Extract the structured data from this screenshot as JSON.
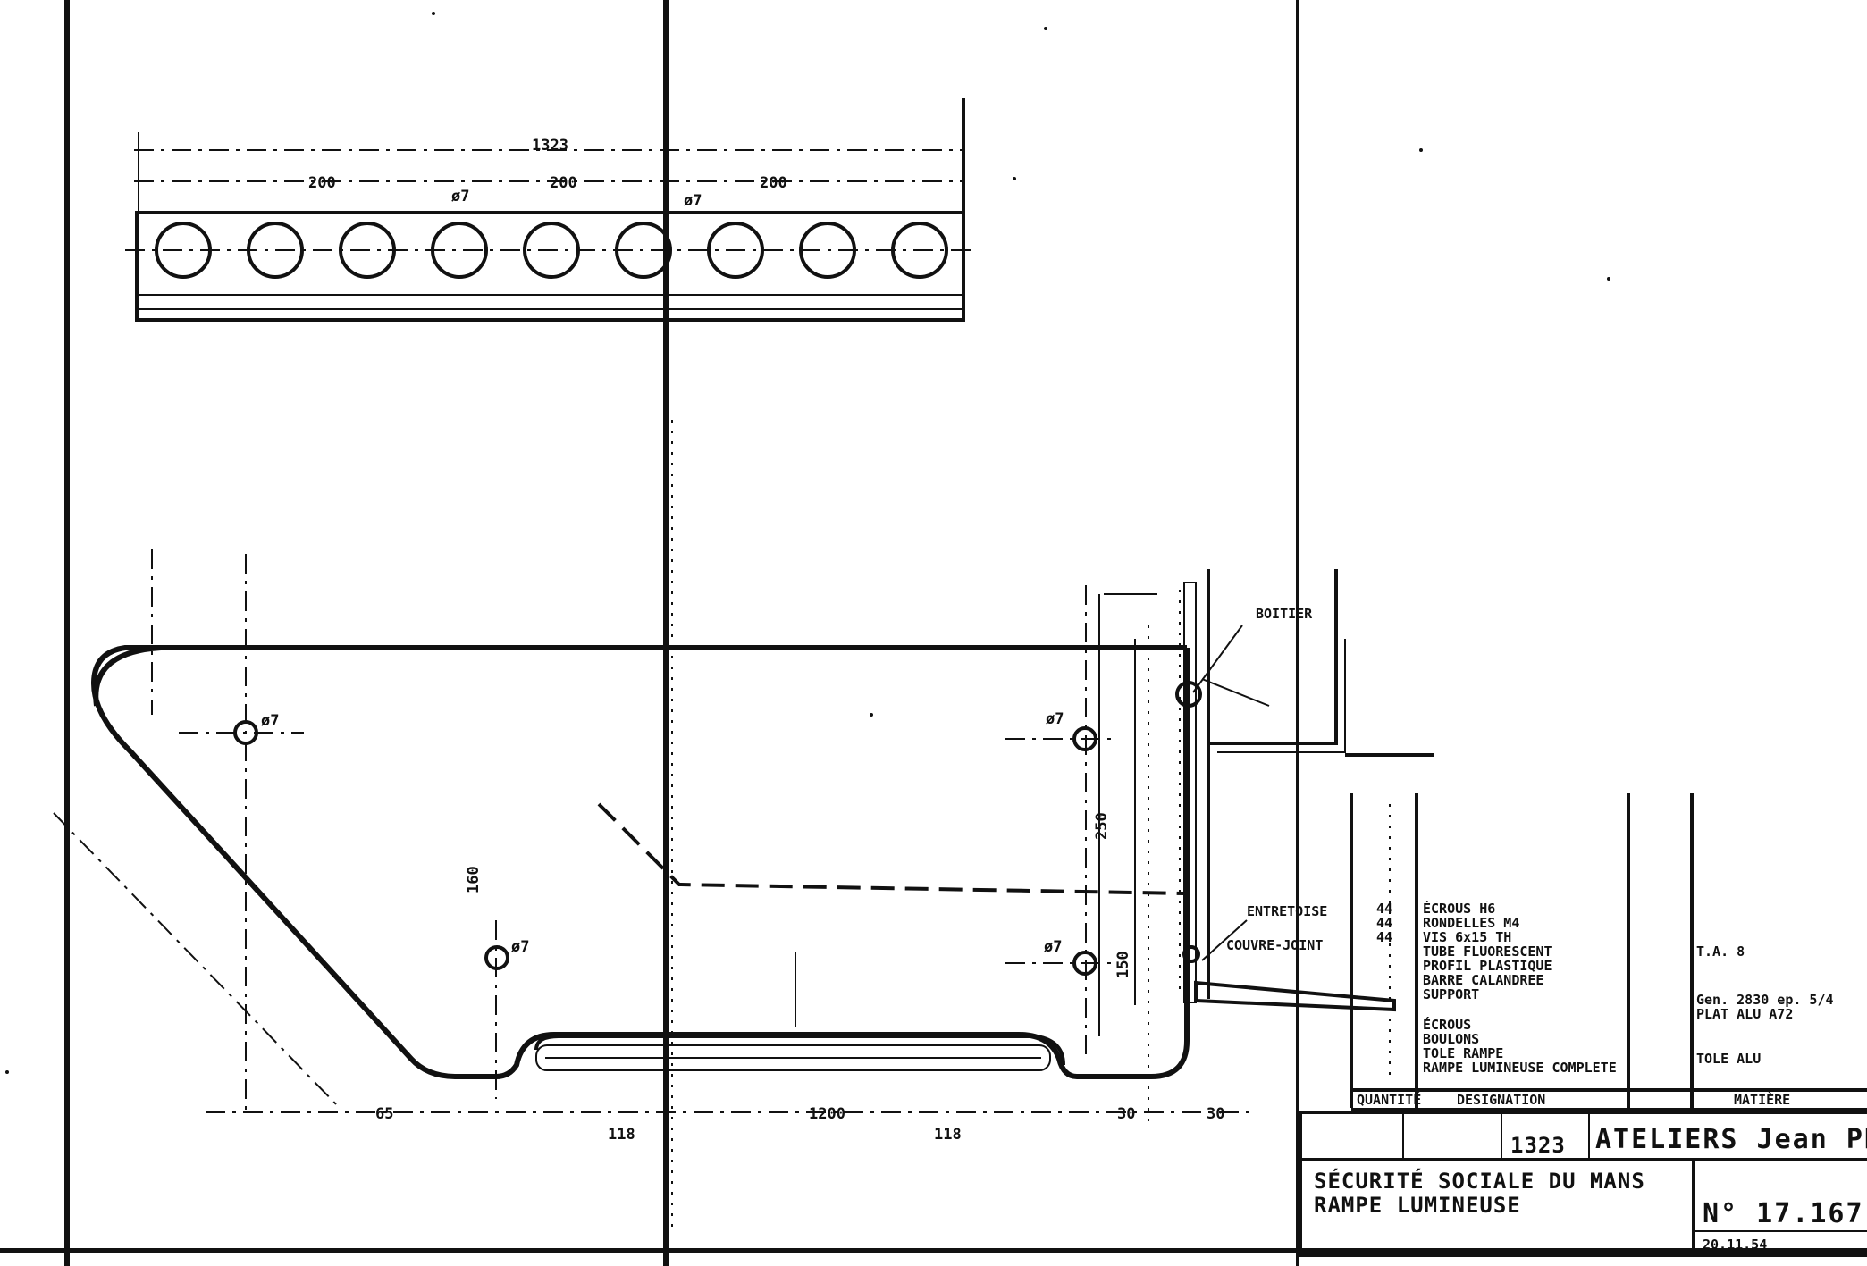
{
  "title_block": {
    "company": "ATELIERS Jean PROUVÉ",
    "project_line1": "SÉCURITÉ SOCIALE DU MANS",
    "project_line2": "RAMPE LUMINEUSE",
    "drawing_number": "N° 17.167",
    "dimension_value": "1323",
    "date": "20.11.54"
  },
  "parts_list": {
    "header_designation": "DESIGNATION",
    "header_matiere": "MATIÈRE",
    "header_quantite": "QUANTITÉ",
    "items": [
      {
        "qty": "44",
        "label": "ÉCROUS H6"
      },
      {
        "qty": "44",
        "label": "RONDELLES M4"
      },
      {
        "qty": "44",
        "label": "VIS 6x15 TH"
      },
      {
        "qty": "",
        "label": "TUBE FLUORESCENT"
      },
      {
        "qty": "",
        "label": "PROFIL PLASTIQUE"
      },
      {
        "qty": "",
        "label": "BARRE CALANDREE"
      },
      {
        "qty": "",
        "label": "SUPPORT"
      },
      {
        "qty": "",
        "label": "ÉCROUS"
      },
      {
        "qty": "",
        "label": "BOULONS"
      },
      {
        "qty": "",
        "label": "TOLE RAMPE"
      },
      {
        "qty": "",
        "label": "RAMPE LUMINEUSE COMPLETE"
      }
    ],
    "material_notes": [
      "T.A. 8",
      "Gen. 2830 ep. 5/4",
      "PLAT ALU A72",
      "TOLE ALU"
    ]
  },
  "top_view": {
    "overall_dim": "1323",
    "spacing_labels": [
      "200",
      "200",
      "200"
    ],
    "hole_labels": [
      "ø7",
      "ø7"
    ]
  },
  "section_view": {
    "dims_bottom": [
      "65",
      "118",
      "1200",
      "118",
      "30",
      "30"
    ],
    "dims_vertical": [
      "250",
      "150",
      "160"
    ],
    "hole_labels": [
      "ø7",
      "ø7",
      "ø7",
      "ø7"
    ],
    "callouts": [
      "ENTRETOISE",
      "COUVRE-JOINT",
      "BOITIER"
    ]
  }
}
